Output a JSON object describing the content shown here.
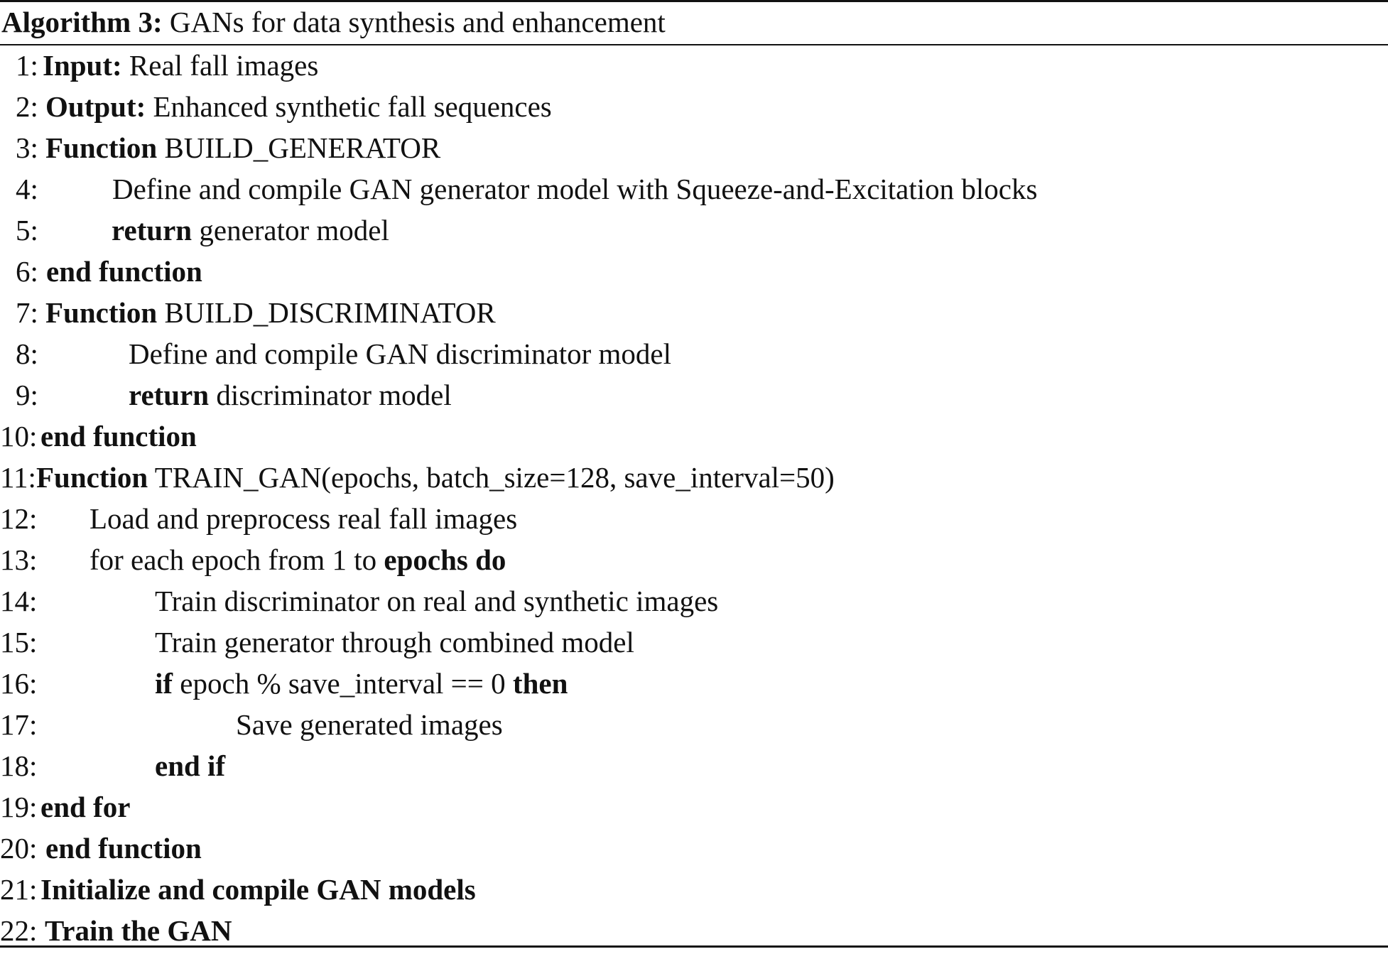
{
  "caption": {
    "label": "Algorithm 3:",
    "title": "GANs for data synthesis and enhancement"
  },
  "lines": [
    {
      "num": "1:",
      "kw": "Input:",
      "text": "Real fall images"
    },
    {
      "num": "2:",
      "kw": "Output:",
      "text": "Enhanced synthetic fall sequences"
    },
    {
      "num": "3:",
      "kw": "Function",
      "text": "BUILD_GENERATOR"
    },
    {
      "num": "4:",
      "text": "Define and compile GAN generator model with Squeeze-and-Excitation blocks"
    },
    {
      "num": "5:",
      "kw": "return",
      "text": "generator model"
    },
    {
      "num": "6:",
      "kw": "end function"
    },
    {
      "num": "7:",
      "kw": "Function",
      "text": "BUILD_DISCRIMINATOR"
    },
    {
      "num": "8:",
      "text": "Define and compile GAN discriminator model"
    },
    {
      "num": "9:",
      "kw": "return",
      "text": "discriminator model"
    },
    {
      "num": "10:",
      "kw": "end function"
    },
    {
      "num": "11:",
      "kw": "Function",
      "text": "TRAIN_GAN(epochs, batch_size=128, save_interval=50)"
    },
    {
      "num": "12:",
      "text": "Load and preprocess real fall images"
    },
    {
      "num": "13:",
      "text": "for each epoch from 1 to",
      "kw_after": "epochs do"
    },
    {
      "num": "14:",
      "text": "Train discriminator on real and synthetic images"
    },
    {
      "num": "15:",
      "text": "Train generator through combined model"
    },
    {
      "num": "16:",
      "kw": "if",
      "text": "epoch % save_interval == 0",
      "kw_after": "then"
    },
    {
      "num": "17:",
      "text": "Save generated images"
    },
    {
      "num": "18:",
      "kw": "end if"
    },
    {
      "num": "19:",
      "kw": "end for"
    },
    {
      "num": "20:",
      "kw": "end function"
    },
    {
      "num": "21:",
      "kw": "Initialize and compile GAN models"
    },
    {
      "num": "22:",
      "kw": "Train the GAN"
    }
  ]
}
